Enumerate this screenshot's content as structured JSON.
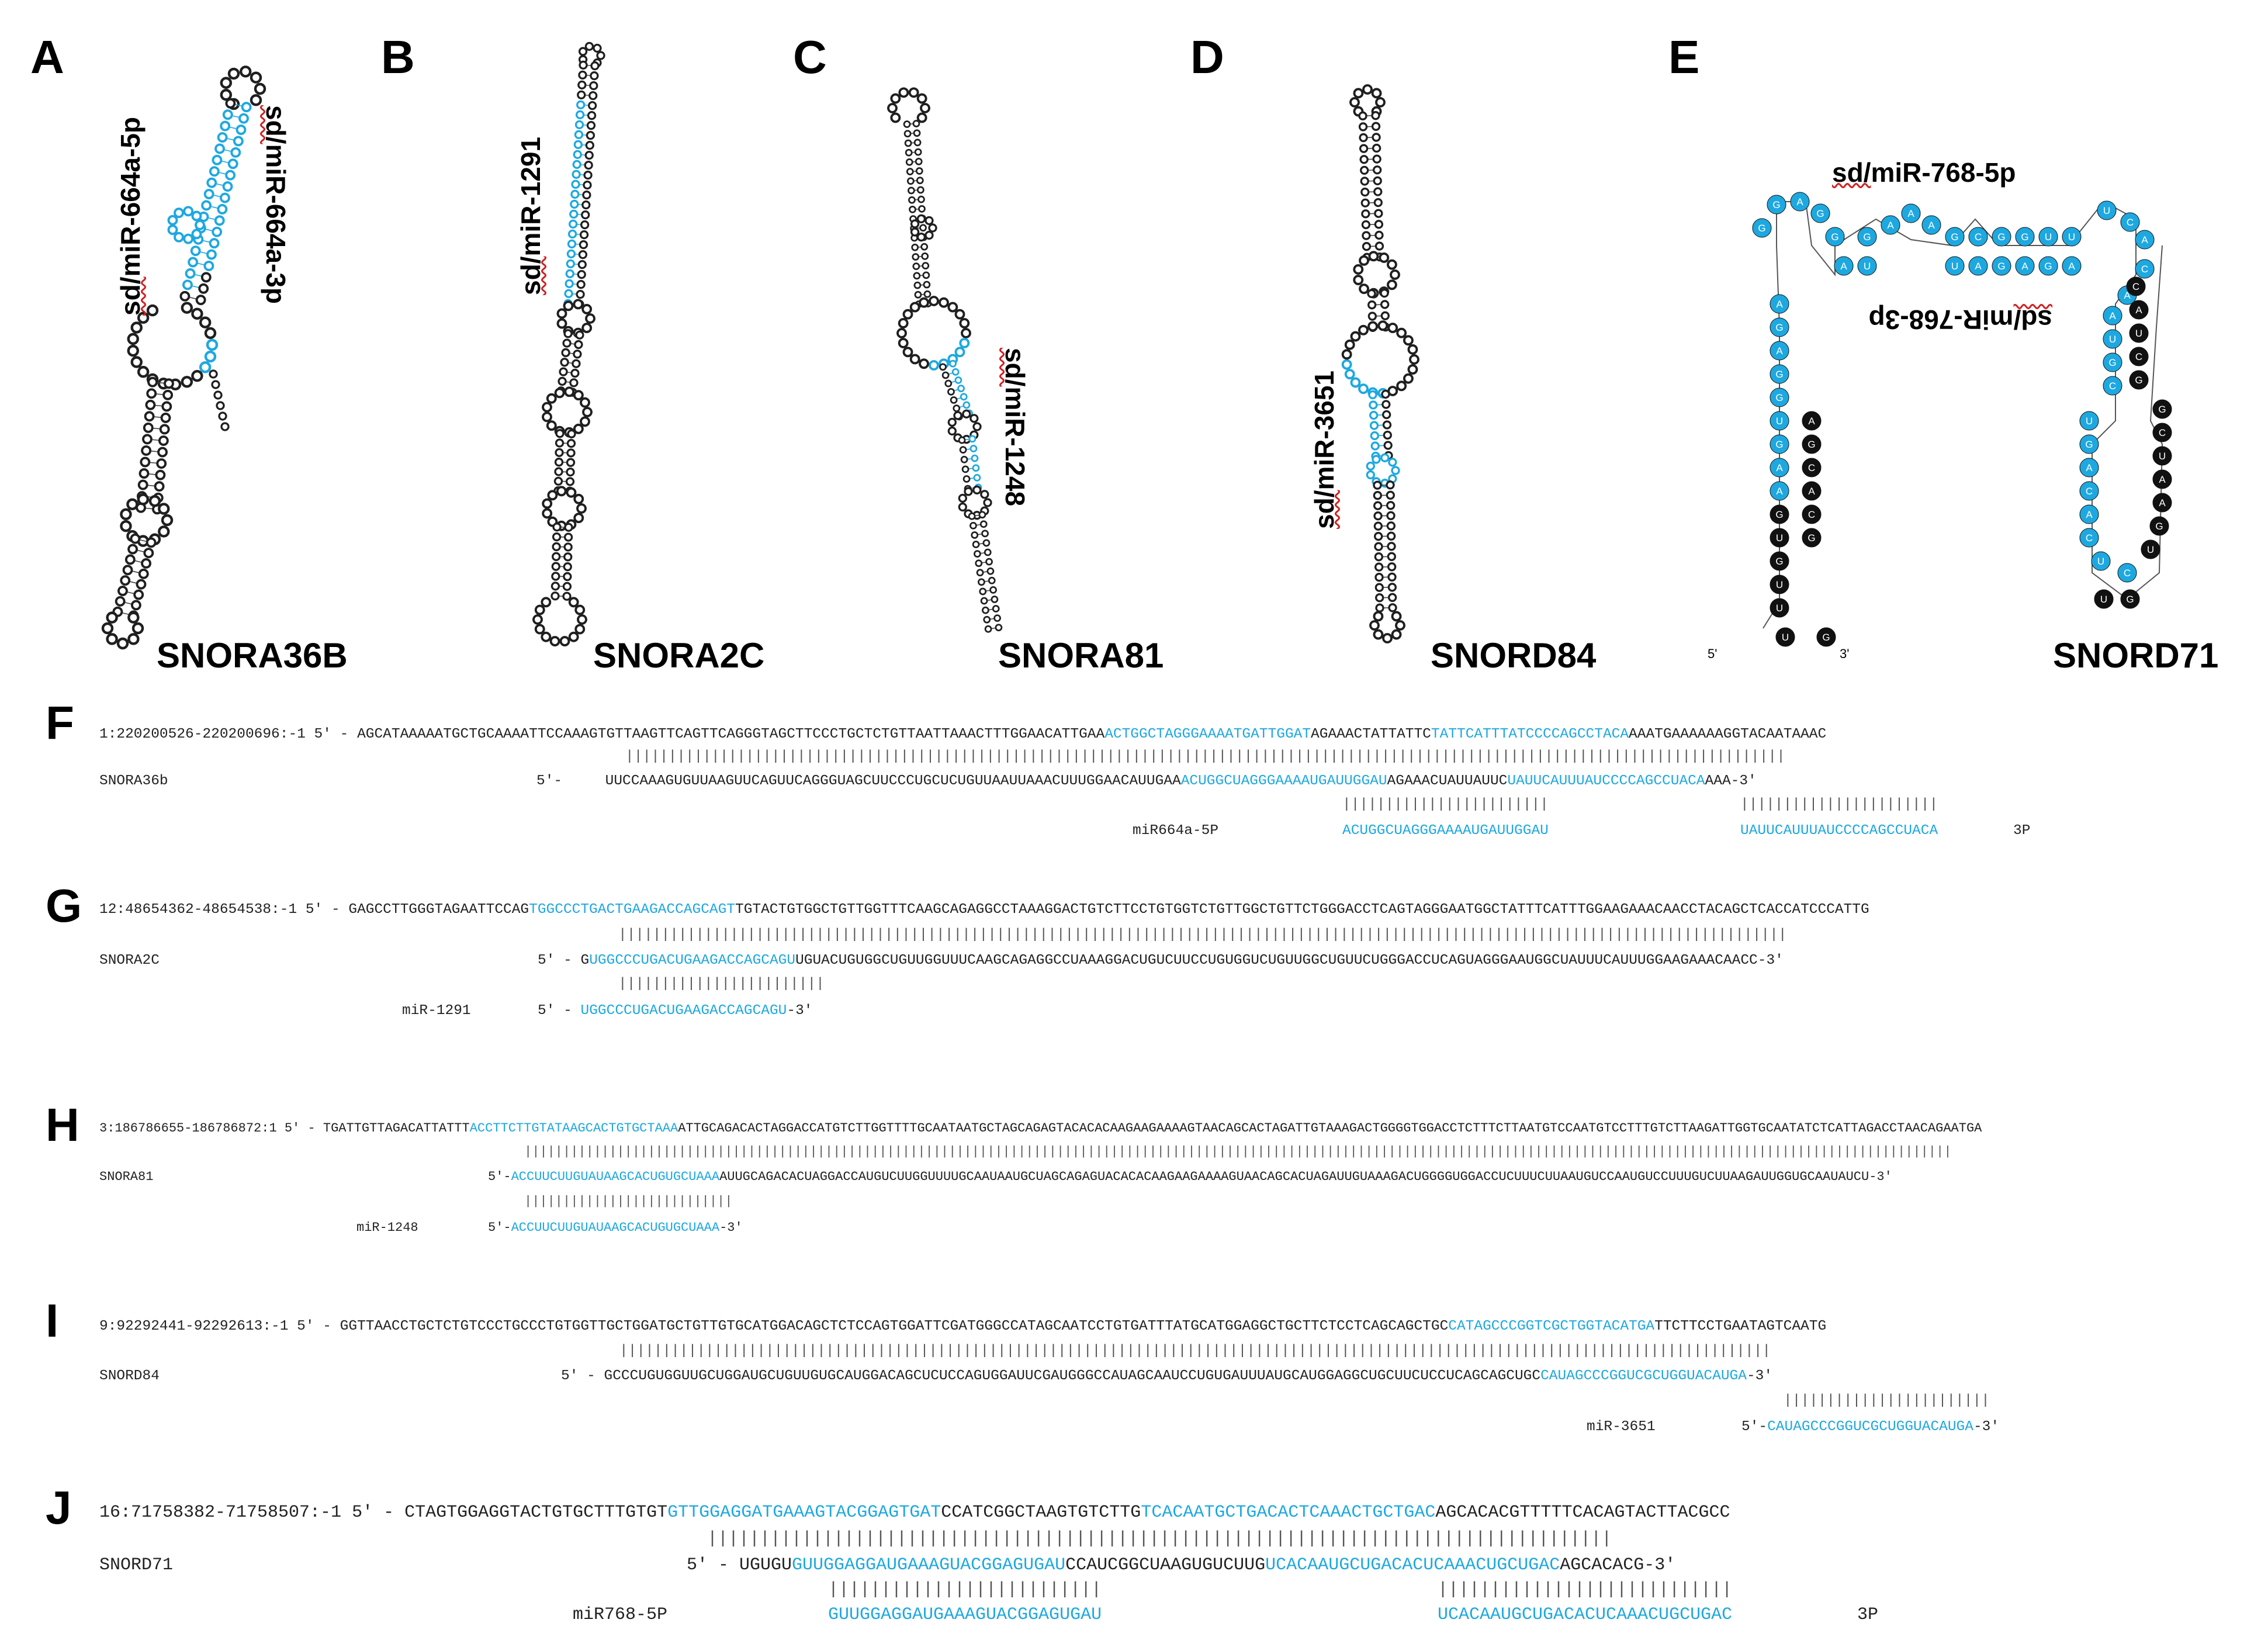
{
  "panels": {
    "A": {
      "letter": "A",
      "name": "SNORA36B",
      "label1": "miR-664a-5p",
      "label2": "miR-664a-3p"
    },
    "B": {
      "letter": "B",
      "name": "SNORA2C",
      "label1": "miR-1291"
    },
    "C": {
      "letter": "C",
      "name": "SNORA81",
      "label1": "miR-1248"
    },
    "D": {
      "letter": "D",
      "name": "SNORD84",
      "label1": "miR-3651"
    },
    "E": {
      "letter": "E",
      "name": "SNORD71",
      "label1": "miR-768-5p",
      "label2": "miR-768-3p",
      "five": "5'",
      "three": "3'"
    },
    "sd_prefix": "sd/"
  },
  "colors": {
    "highlight": "#1ea8e0",
    "nucleotide": "#1f1f1f",
    "text": "#000000"
  },
  "E_bases": {
    "left_stem_blue": [
      "A",
      "G",
      "A",
      "G",
      "G",
      "U",
      "G",
      "A",
      "A"
    ],
    "left_stem_black": [
      "G",
      "U",
      "G",
      "U",
      "U"
    ],
    "right_stem_black": [
      "A",
      "G",
      "C",
      "A",
      "C",
      "G"
    ],
    "loop_top": [
      "G",
      "G",
      "A",
      "G",
      "G",
      "A",
      "U",
      "G",
      "A",
      "A",
      "A",
      "G",
      "U",
      "A",
      "C",
      "G",
      "G",
      "A",
      "G",
      "U",
      "G",
      "A",
      "U"
    ],
    "right_blue": [
      "U",
      "C",
      "A",
      "C",
      "A",
      "A",
      "U",
      "G",
      "C",
      "U",
      "G",
      "A",
      "C",
      "A",
      "C",
      "U",
      "C"
    ],
    "right_black": [
      "C",
      "A",
      "U",
      "C",
      "G",
      "G",
      "C",
      "U",
      "A",
      "A",
      "G",
      "U",
      "G",
      "U",
      "C",
      "U",
      "U",
      "G",
      "A",
      "A",
      "C",
      "U",
      "G",
      "C",
      "U",
      "G",
      "A",
      "C"
    ]
  },
  "alignments": {
    "F": {
      "letter": "F",
      "genome_id": "1:220200526-220200696:-1 5' - ",
      "genome_pre": "AGCATAAAAATGCTGCAAAATTCCAAAGTGTTAAGTTCAGTTCAGGGTAGCTTCCCTGCTCTGTTAATTAAACTTTGGAACATTGAA",
      "genome_hl1": "ACTGGCTAGGGAAAATGATTGGAT",
      "genome_mid": "AGAAACTATTATTC",
      "genome_hl2": "TATTCATTTATCCCCAGCCTACA",
      "genome_post": "AAATGAAAAAAGGTACAATAAAC",
      "snorna_name": "SNORA36b",
      "snorna_prefix": "5'-",
      "snorna_pre": "UUCCAAAGUGUUAAGUUCAGUUCAGGGUAGCUUCCCUGCUCUGUUAAUUAAACUUUGGAACAUUGAA",
      "snorna_hl1": "ACUGGCUAGGGAAAAUGAUUGGAU",
      "snorna_mid": "AGAAACUAUUAUUC",
      "snorna_hl2": "UAUUCAUUUAUCCCCAGCCUACA",
      "snorna_post": "AAA-3'",
      "mir_name": "miR664a-5P",
      "mir_seq1": "ACUGGCUAGGGAAAAUGAUUGGAU",
      "mir_seq2": "UAUUCAUUUAUCCCCAGCCUACA",
      "mir_tail": "3P"
    },
    "G": {
      "letter": "G",
      "genome_id": "12:48654362-48654538:-1 5' - ",
      "genome_pre": "GAGCCTTGGGTAGAATTCCAG",
      "genome_hl1": "TGGCCCTGACTGAAGACCAGCAGT",
      "genome_post": "TGTACTGTGGCTGTTGGTTTCAAGCAGAGGCCTAAAGGACTGTCTTCCTGTGGTCTGTTGGCTGTTCTGGGACCTCAGTAGGGAATGGCTATTTCATTTGGAAGAAACAACCTACAGCTCACCATCCCATTG",
      "snorna_name": "SNORA2C",
      "snorna_prefix": "5' - G",
      "snorna_hl1": "UGGCCCUGACUGAAGACCAGCAGU",
      "snorna_post": "UGUACUGUGGCUGUUGGUUUCAAGCAGAGGCCUAAAGGACUGUCUUCCUGUGGUCUGUUGGCUGUUCUGGGACCUCAGUAGGGAAUGGCUAUUUCAUUUGGAAGAAACAACC-3'",
      "mir_name": "miR-1291",
      "mir_prefix": "5' - ",
      "mir_seq1": "UGGCCCUGACUGAAGACCAGCAGU",
      "mir_tail": "-3'"
    },
    "H": {
      "letter": "H",
      "genome_id": "3:186786655-186786872:1 5' - ",
      "genome_pre": "TGATTGTTAGACATTATTT",
      "genome_hl1": "ACCTTCTTGTATAAGCACTGTGCTAAA",
      "genome_post": "ATTGCAGACACTAGGACCATGTCTTGGTTTTGCAATAATGCTAGCAGAGTACACACAAGAAGAAAAGTAACAGCACTAGATTGTAAAGACTGGGGTGGACCTCTTTCTTAATGTCCAATGTCCTTTGTCTTAAGATTGGTGCAATATCTCATTAGACCTAACAGAATGA",
      "snorna_name": "SNORA81",
      "snorna_prefix": "5'-",
      "snorna_hl1": "ACCUUCUUGUAUAAGCACUGUGCUAAA",
      "snorna_post": "AUUGCAGACACUAGGACCAUGUCUUGGUUUUGCAAUAAUGCUAGCAGAGUACACACAAGAAGAAAAGUAACAGCACUAGAUUGUAAAGACUGGGGUGGACCUCUUUCUUAAUGUCCAAUGUCCUUUGUCUUAAGAUUGGUGCAAUAUCU-3'",
      "mir_name": "miR-1248",
      "mir_prefix": "5'-",
      "mir_seq1": "ACCUUCUUGUAUAAGCACUGUGCUAAA",
      "mir_tail": "-3'"
    },
    "I": {
      "letter": "I",
      "genome_id": "9:92292441-92292613:-1 5' - ",
      "genome_pre": "GGTTAACCTGCTCTGTCCCTGCCCTGTGGTTGCTGGATGCTGTTGTGCATGGACAGCTCTCCAGTGGATTCGATGGGCCATAGCAATCCTGTGATTTATGCATGGAGGCTGCTTCTCCTCAGCAGCTGC",
      "genome_hl1": "CATAGCCCGGTCGCTGGTACATGA",
      "genome_post": "TTCTTCCTGAATAGTCAATG",
      "snorna_name": "SNORD84",
      "snorna_prefix": "5' - ",
      "snorna_pre": "GCCCUGUGGUUGCUGGAUGCUGUUGUGCAUGGACAGCUCUCCAGUGGAUUCGAUGGGCCAUAGCAAUCCUGUGAUUUAUGCAUGGAGGCUGCUUCUCCUCAGCAGCUGC",
      "snorna_hl1": "CAUAGCCCGGUCGCUGGUACAUGA",
      "snorna_post": "-3'",
      "mir_name": "miR-3651",
      "mir_prefix": "5'-",
      "mir_seq1": "CAUAGCCCGGUCGCUGGUACAUGA",
      "mir_tail": "-3'"
    },
    "J": {
      "letter": "J",
      "genome_id": "16:71758382-71758507:-1 5' - ",
      "genome_pre": "CTAGTGGAGGTACTGTGCTTTGTGT",
      "genome_hl1": "GTTGGAGGATGAAAGTACGGAGTGAT",
      "genome_mid": "CCATCGGCTAAGTGTCTTG",
      "genome_hl2": "TCACAATGCTGACACTCAAACTGCTGAC",
      "genome_post": "AGCACACGTTTTTCACAGTACTTACGCC",
      "snorna_name": "SNORD71",
      "snorna_prefix": "5' - UGUGU",
      "snorna_hl1": "GUUGGAGGAUGAAAGUACGGAGUGAU",
      "snorna_mid": "CCAUCGGCUAAGUGUCUUG",
      "snorna_hl2": "UCACAAUGCUGACACUCAAACUGCUGAC",
      "snorna_post": "AGCACACG-3'",
      "mir_name": "miR768-5P",
      "mir_seq1": "GUUGGAGGAUGAAAGUACGGAGUGAU",
      "mir_seq2": "UCACAAUGCUGACACUCAAACUGCUGAC",
      "mir_tail": "3P"
    }
  }
}
